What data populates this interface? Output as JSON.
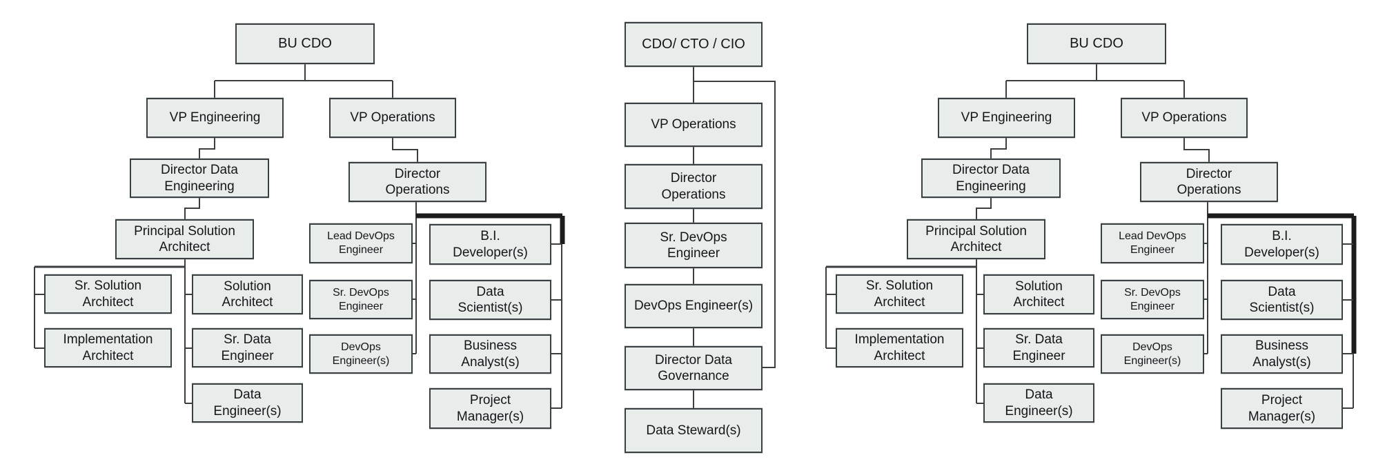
{
  "diagram": {
    "colors": {
      "box_fill": "#e8eceb",
      "box_border": "#3a3f41",
      "line": "#3a3e40",
      "thick_line": "#1c1c1c",
      "text": "#141617"
    },
    "charts": [
      {
        "id": "left",
        "nodes": [
          {
            "id": "bu-cdo",
            "lines": [
              "BU CDO"
            ]
          },
          {
            "id": "vp-engineering",
            "lines": [
              "VP Engineering"
            ]
          },
          {
            "id": "vp-operations",
            "lines": [
              "VP Operations"
            ]
          },
          {
            "id": "director-data-engineering",
            "lines": [
              "Director Data",
              "Engineering"
            ]
          },
          {
            "id": "director-operations",
            "lines": [
              "Director",
              "Operations"
            ]
          },
          {
            "id": "principal-solution-architect",
            "lines": [
              "Principal Solution",
              "Architect"
            ]
          },
          {
            "id": "sr-solution-architect",
            "lines": [
              "Sr. Solution",
              "Architect"
            ]
          },
          {
            "id": "implementation-architect",
            "lines": [
              "Implementation",
              "Architect"
            ]
          },
          {
            "id": "solution-architect",
            "lines": [
              "Solution",
              "Architect"
            ]
          },
          {
            "id": "sr-data-engineer",
            "lines": [
              "Sr. Data",
              "Engineer"
            ]
          },
          {
            "id": "data-engineers",
            "lines": [
              "Data",
              "Engineer(s)"
            ]
          },
          {
            "id": "lead-devops-engineer",
            "lines": [
              "Lead DevOps",
              "Engineer"
            ]
          },
          {
            "id": "sr-devops-engineer",
            "lines": [
              "Sr. DevOps",
              "Engineer"
            ]
          },
          {
            "id": "devops-engineers",
            "lines": [
              "DevOps",
              "Engineer(s)"
            ]
          },
          {
            "id": "bi-developers",
            "lines": [
              "B.I.",
              "Developer(s)"
            ]
          },
          {
            "id": "data-scientists",
            "lines": [
              "Data",
              "Scientist(s)"
            ]
          },
          {
            "id": "business-analysts",
            "lines": [
              "Business",
              "Analyst(s)"
            ]
          },
          {
            "id": "project-managers",
            "lines": [
              "Project",
              "Manager(s)"
            ]
          }
        ]
      },
      {
        "id": "middle",
        "nodes": [
          {
            "id": "cdo-cto-cio",
            "lines": [
              "CDO/ CTO / CIO"
            ]
          },
          {
            "id": "vp-operations",
            "lines": [
              "VP Operations"
            ]
          },
          {
            "id": "director-operations",
            "lines": [
              "Director",
              "Operations"
            ]
          },
          {
            "id": "sr-devops-engineer",
            "lines": [
              "Sr. DevOps",
              "Engineer"
            ]
          },
          {
            "id": "devops-engineers",
            "lines": [
              "DevOps Engineer(s)"
            ]
          },
          {
            "id": "director-data-governance",
            "lines": [
              "Director Data",
              "Governance"
            ]
          },
          {
            "id": "data-stewards",
            "lines": [
              "Data Steward(s)"
            ]
          }
        ]
      },
      {
        "id": "right",
        "nodes": [
          {
            "id": "bu-cdo",
            "lines": [
              "BU CDO"
            ]
          },
          {
            "id": "vp-engineering",
            "lines": [
              "VP Engineering"
            ]
          },
          {
            "id": "vp-operations",
            "lines": [
              "VP Operations"
            ]
          },
          {
            "id": "director-data-engineering",
            "lines": [
              "Director Data",
              "Engineering"
            ]
          },
          {
            "id": "director-operations",
            "lines": [
              "Director",
              "Operations"
            ]
          },
          {
            "id": "principal-solution-architect",
            "lines": [
              "Principal Solution",
              "Architect"
            ]
          },
          {
            "id": "sr-solution-architect",
            "lines": [
              "Sr. Solution",
              "Architect"
            ]
          },
          {
            "id": "implementation-architect",
            "lines": [
              "Implementation",
              "Architect"
            ]
          },
          {
            "id": "solution-architect",
            "lines": [
              "Solution",
              "Architect"
            ]
          },
          {
            "id": "sr-data-engineer",
            "lines": [
              "Sr. Data",
              "Engineer"
            ]
          },
          {
            "id": "data-engineers",
            "lines": [
              "Data",
              "Engineer(s)"
            ]
          },
          {
            "id": "lead-devops-engineer",
            "lines": [
              "Lead DevOps",
              "Engineer"
            ]
          },
          {
            "id": "sr-devops-engineer",
            "lines": [
              "Sr. DevOps",
              "Engineer"
            ]
          },
          {
            "id": "devops-engineers",
            "lines": [
              "DevOps",
              "Engineer(s)"
            ]
          },
          {
            "id": "bi-developers",
            "lines": [
              "B.I.",
              "Developer(s)"
            ]
          },
          {
            "id": "data-scientists",
            "lines": [
              "Data",
              "Scientist(s)"
            ]
          },
          {
            "id": "business-analysts",
            "lines": [
              "Business",
              "Analyst(s)"
            ]
          },
          {
            "id": "project-managers",
            "lines": [
              "Project",
              "Manager(s)"
            ]
          }
        ]
      }
    ]
  }
}
